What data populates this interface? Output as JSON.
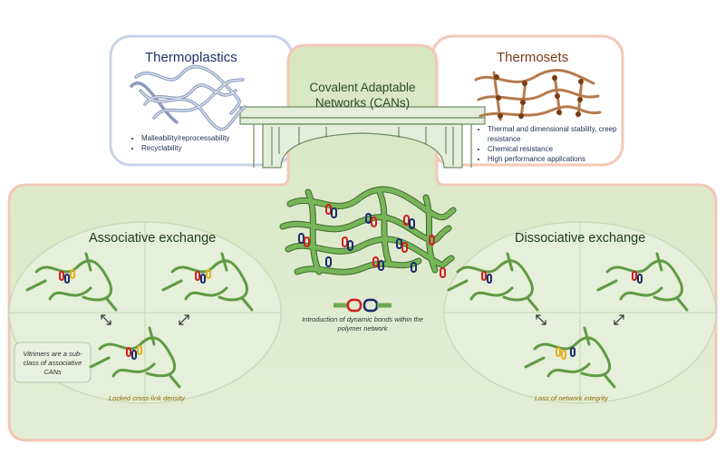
{
  "thermoplastics": {
    "title": "Thermoplastics",
    "bullets": [
      "Malleability/reprocessability",
      "Recyclability"
    ]
  },
  "thermosets": {
    "title": "Thermosets",
    "bullets": [
      "Thermal and dimensional stability, creep resistance",
      "Chemical resistance",
      "High performance applications"
    ]
  },
  "cans": {
    "title": "Covalent Adaptable Networks (CANs)",
    "legend_caption": "Introduction of dynamic bonds within the polymer network"
  },
  "associative": {
    "title": "Associative exchange",
    "note": "Vitrimers are a sub-class of associative CANs",
    "footer": "Locked cross-link density"
  },
  "dissociative": {
    "title": "Dissociative exchange",
    "footer": "Loss of network integrity"
  },
  "colors": {
    "panel_green": "#dde9cb",
    "chain_green": "#6fa850",
    "chain_dark": "#3c6a2c",
    "thermoplastic_chain": "#a9b7d0",
    "thermoset_chain": "#b77a4c",
    "thermoset_node": "#7a3d16",
    "link_red": "#d01e1e",
    "link_navy": "#1a2b6e",
    "link_yellow": "#e2b020",
    "border_blue": "#c8d3e8",
    "border_peach": "#f3c8b8"
  }
}
